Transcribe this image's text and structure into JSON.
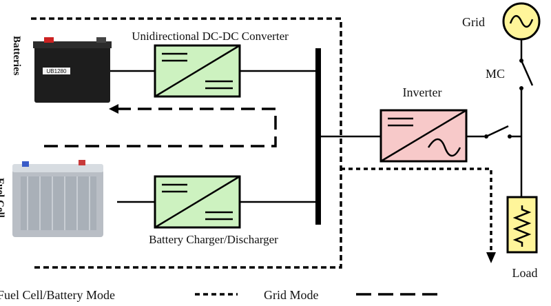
{
  "labels": {
    "batteries": "Batteries",
    "fuel_cell": "Fuel Cell",
    "dc_dc_converter": "Unidirectional DC-DC Converter",
    "charger": "Battery Charger/Discharger",
    "inverter": "Inverter",
    "grid": "Grid",
    "mc": "MC",
    "load": "Load"
  },
  "legend": {
    "fuel_cell_battery_mode": "Fuel Cell/Battery Mode",
    "grid_mode": "Grid Mode"
  },
  "battery_label_text": "UB1280",
  "colors": {
    "converter_fill": "#cdf2c0",
    "inverter_fill": "#f7c9c9",
    "grid_fill": "#fff59a",
    "load_fill": "#fff59a",
    "line": "#000000"
  },
  "icons": [
    "battery-image",
    "fuel-cell-image",
    "ac-source-icon",
    "resistor-icon",
    "switch-icon"
  ]
}
